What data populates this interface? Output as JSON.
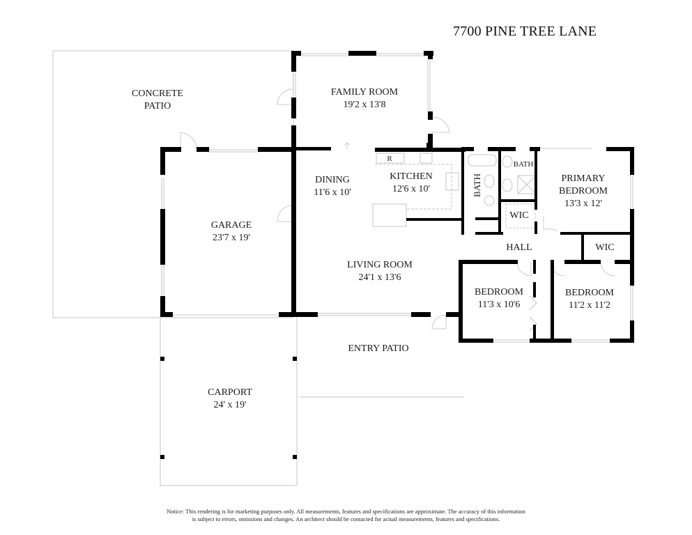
{
  "header": {
    "title": "7700 PINE TREE LANE"
  },
  "rooms": {
    "concrete_patio": {
      "name_line1": "CONCRETE",
      "name_line2": "PATIO"
    },
    "family_room": {
      "name": "FAMILY ROOM",
      "dims": "19'2 x 13'8"
    },
    "dining": {
      "name": "DINING",
      "dims": "11'6 x 10'"
    },
    "kitchen": {
      "name": "KITCHEN",
      "dims": "12'6 x 10'",
      "appliance_label": "R"
    },
    "bath_hall": {
      "name": "BATH"
    },
    "bath_primary": {
      "name": "BATH"
    },
    "primary_bedroom": {
      "name_line1": "PRIMARY",
      "name_line2": "BEDROOM",
      "dims": "13'3 x 12'"
    },
    "wic_primary": {
      "name": "WIC"
    },
    "hall": {
      "name": "HALL"
    },
    "wic_bedroom": {
      "name": "WIC"
    },
    "garage": {
      "name": "GARAGE",
      "dims": "23'7 x 19'"
    },
    "living_room": {
      "name": "LIVING ROOM",
      "dims": "24'1 x 13'6"
    },
    "bedroom_1": {
      "name": "BEDROOM",
      "dims": "11'3 x 10'6"
    },
    "bedroom_2": {
      "name": "BEDROOM",
      "dims": "11'2 x 11'2"
    },
    "entry_patio": {
      "name": "ENTRY PATIO"
    },
    "carport": {
      "name": "CARPORT",
      "dims": "24' x 19'"
    }
  },
  "footer": {
    "notice_line1": "Notice: This rendering is for marketing purposes only. All measurements, features and specifications are approximate. The accuracy of this information",
    "notice_line2": "is subject to errors, omissions and changes. An architect should be contacted for actual measurements, features and specifications."
  },
  "colors": {
    "wall": "#000000",
    "outline": "#cccccc",
    "fixture": "#bbbbbb",
    "text": "#1a1a1a"
  }
}
